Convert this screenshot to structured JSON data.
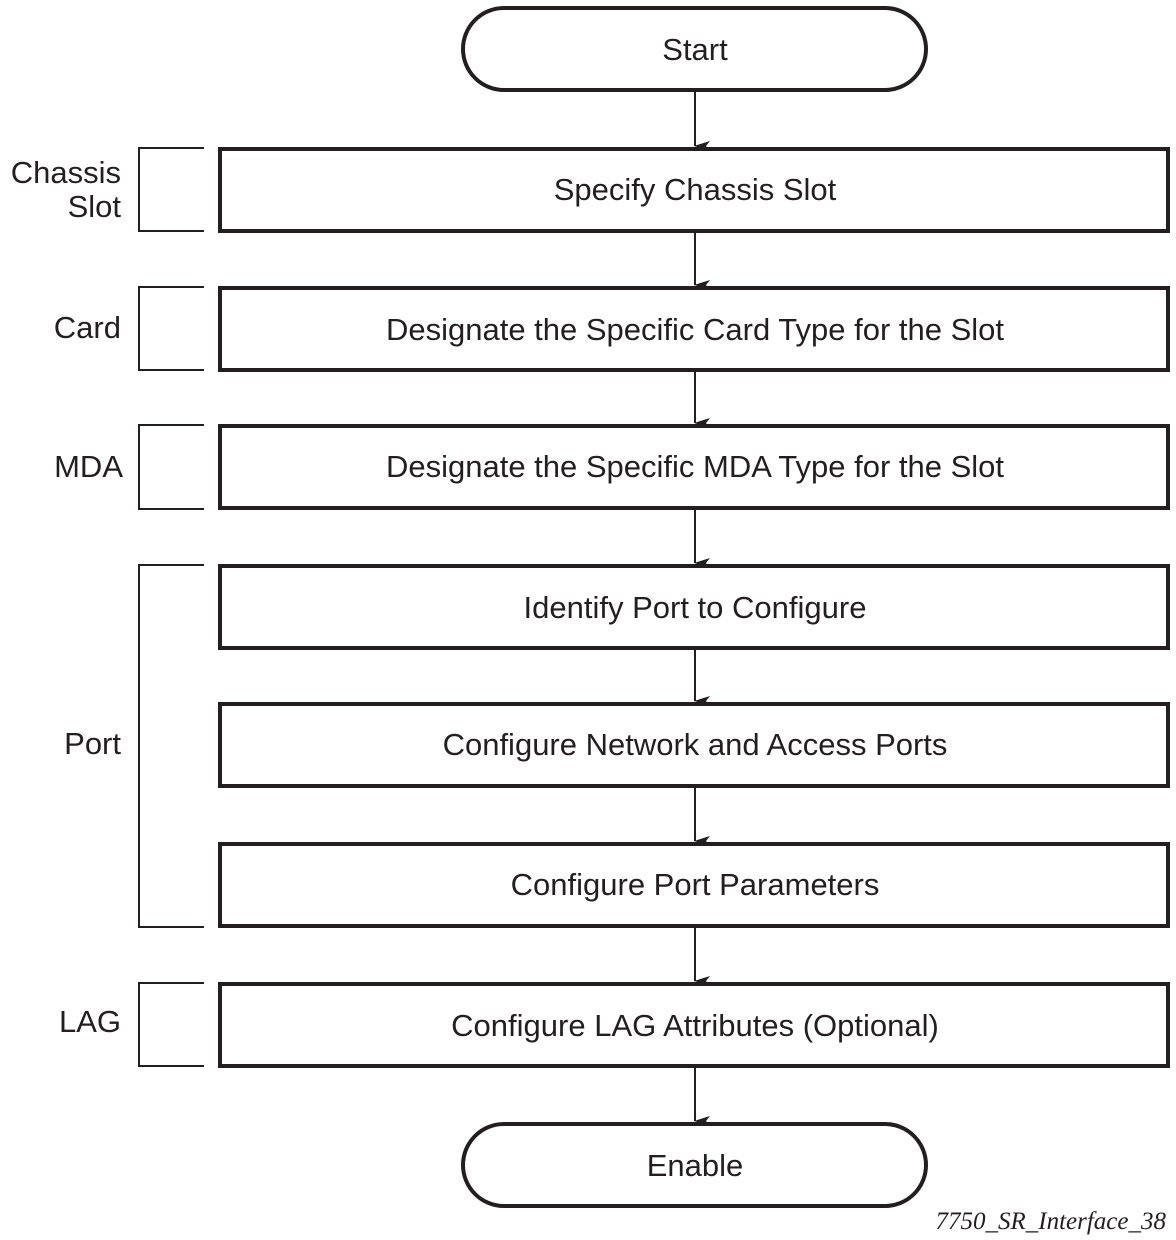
{
  "diagram": {
    "type": "flowchart",
    "start_label": "Start",
    "end_label": "Enable",
    "steps": [
      {
        "id": "specify-chassis-slot",
        "label": "Specify Chassis Slot",
        "group": "chassis-slot"
      },
      {
        "id": "designate-card-type",
        "label": "Designate the Specific Card Type for the Slot",
        "group": "card"
      },
      {
        "id": "designate-mda-type",
        "label": "Designate the Specific MDA Type for the Slot",
        "group": "mda"
      },
      {
        "id": "identify-port",
        "label": "Identify Port to Configure",
        "group": "port"
      },
      {
        "id": "configure-network-access-ports",
        "label": "Configure Network and Access Ports",
        "group": "port"
      },
      {
        "id": "configure-port-parameters",
        "label": "Configure Port Parameters",
        "group": "port"
      },
      {
        "id": "configure-lag",
        "label": "Configure LAG Attributes (Optional)",
        "group": "lag"
      }
    ],
    "groups": [
      {
        "id": "chassis-slot",
        "lines": [
          "Chassis",
          "Slot"
        ]
      },
      {
        "id": "card",
        "lines": [
          "Card"
        ]
      },
      {
        "id": "mda",
        "lines": [
          "MDA"
        ]
      },
      {
        "id": "port",
        "lines": [
          "Port"
        ]
      },
      {
        "id": "lag",
        "lines": [
          "LAG"
        ]
      }
    ],
    "edges": [
      [
        "start",
        "specify-chassis-slot"
      ],
      [
        "specify-chassis-slot",
        "designate-card-type"
      ],
      [
        "designate-card-type",
        "designate-mda-type"
      ],
      [
        "designate-mda-type",
        "identify-port"
      ],
      [
        "identify-port",
        "configure-network-access-ports"
      ],
      [
        "configure-network-access-ports",
        "configure-port-parameters"
      ],
      [
        "configure-port-parameters",
        "configure-lag"
      ],
      [
        "configure-lag",
        "enable"
      ]
    ],
    "caption": "7750_SR_Interface_38"
  }
}
